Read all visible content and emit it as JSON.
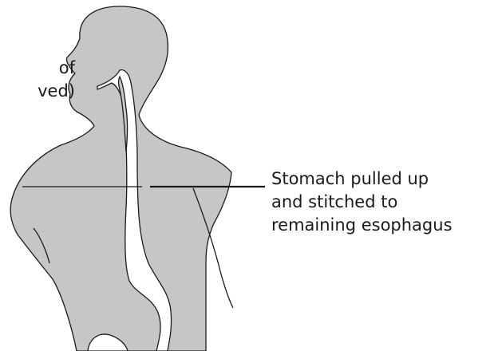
{
  "labels": {
    "left_partial": {
      "line1": "of",
      "line2": "ved)"
    },
    "stomach": {
      "line1": "Stomach pulled up",
      "line2": "and stitched to",
      "line3": "remaining esophagus"
    }
  },
  "colors": {
    "body_fill": "#c6c6c6",
    "outline": "#1a1a1a",
    "tract_fill": "#ffffff",
    "text": "#1a1a1a"
  }
}
